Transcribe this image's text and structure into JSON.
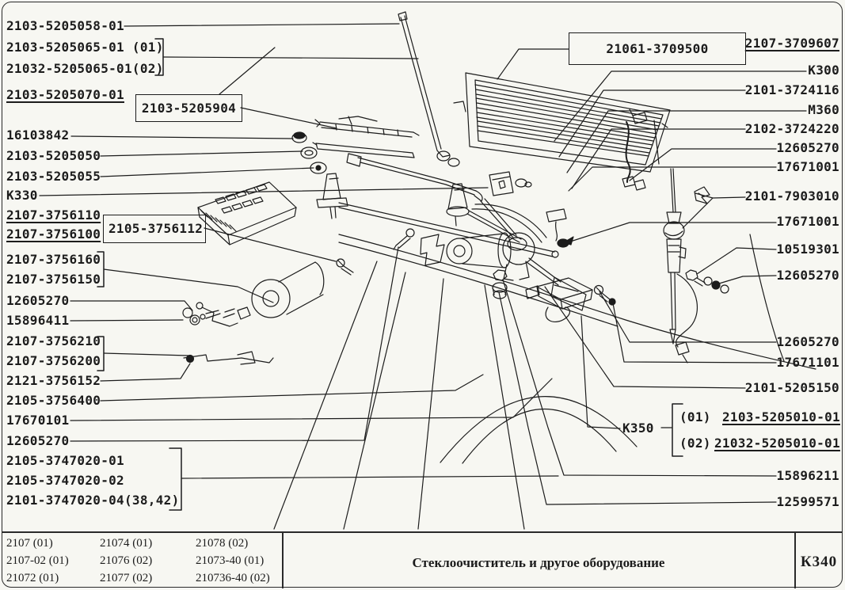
{
  "left": [
    "2103-5205058-01",
    "2103-5205065-01 (01)",
    "21032-5205065-01(02)",
    "2103-5205070-01",
    "16103842",
    "2103-5205050",
    "2103-5205055",
    "K330",
    "2107-3756110",
    "2107-3756100",
    "2107-3756160",
    "2107-3756150",
    "12605270",
    "15896411",
    "2107-3756210",
    "2107-3756200",
    "2121-3756152",
    "2105-3756400",
    "17670101",
    "12605270",
    "2105-3747020-01",
    "2105-3747020-02",
    "2101-3747020-04(38,42)"
  ],
  "boxed": {
    "wiper_arm": "2103-5205904",
    "washer_pump": "2105-3756112",
    "rear_window": "21061-3709500"
  },
  "right": [
    "2107-3709607",
    "K300",
    "2101-3724116",
    "M360",
    "2102-3724220",
    "12605270",
    "17671001",
    "2101-7903010",
    "17671001",
    "10519301",
    "12605270",
    "12605270",
    "17671101",
    "2101-5205150",
    "K350",
    "15896211",
    "12599571"
  ],
  "k350_options": [
    {
      "variant": "(01)",
      "number": "2103-5205010-01"
    },
    {
      "variant": "(02)",
      "number": "21032-5205010-01"
    }
  ],
  "title_block": {
    "models_col1": [
      "2107 (01)",
      "2107-02 (01)",
      "21072 (01)"
    ],
    "models_col2": [
      "21074 (01)",
      "21076 (02)",
      "21077 (02)"
    ],
    "models_col3": [
      "21078 (02)",
      "21073-40 (01)",
      "210736-40 (02)"
    ],
    "title": "Стеклоочиститель и другое оборудование",
    "page_code": "К340"
  }
}
